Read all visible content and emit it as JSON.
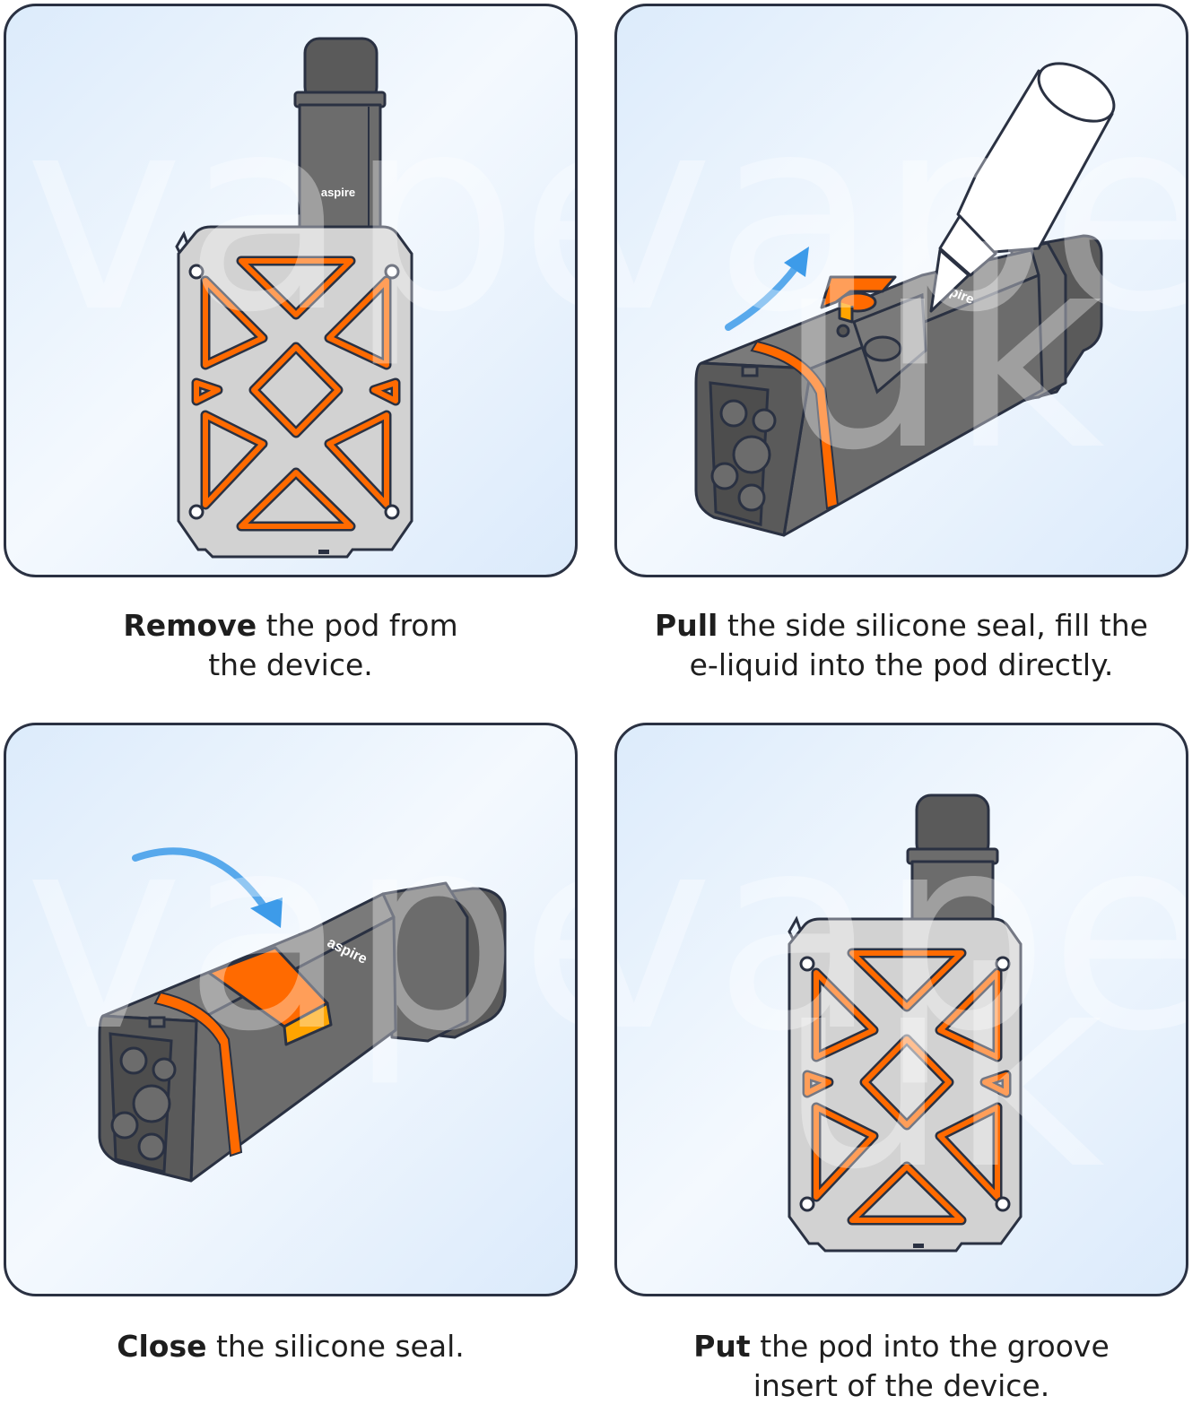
{
  "steps": [
    {
      "bold": "Remove",
      "line1_rest": " the pod from",
      "line2": "the device."
    },
    {
      "bold": "Pull",
      "line1_rest": " the side silicone seal, fill the",
      "line2": "e-liquid into the pod directly."
    },
    {
      "bold": "Close",
      "line1_rest": " the silicone seal.",
      "line2": ""
    },
    {
      "bold": "Put",
      "line1_rest": " the pod into the groove",
      "line2": "insert of the device."
    }
  ],
  "brand": {
    "pod_logo": "aspire"
  },
  "watermark": {
    "text1": "vape",
    "text2": "uk"
  },
  "colors": {
    "outline": "#2a3142",
    "accent": "#ff6a00",
    "accent_light": "#ffa400",
    "pod": "#6c6c6c",
    "pod_dark": "#555555",
    "frame": "#d2d2d2",
    "arrow": "#3d9be9",
    "panel_bg": "#eaf3fd"
  },
  "icons": [
    "pod-icon",
    "device-icon",
    "bottle-icon",
    "arrow-icon",
    "seal-icon"
  ]
}
